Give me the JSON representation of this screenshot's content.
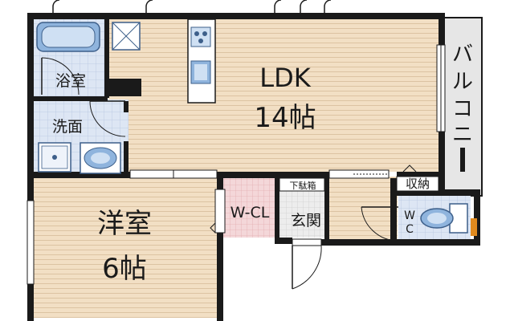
{
  "rooms": {
    "ldk": {
      "name": "LDK",
      "size": "14帖"
    },
    "western": {
      "name": "洋室",
      "size": "6帖"
    },
    "bath": {
      "name": "浴室"
    },
    "washroom": {
      "name": "洗面"
    },
    "wcl": {
      "name": "W-CL"
    },
    "entrance": {
      "name": "玄関"
    },
    "shoe_box": {
      "name": "下駄箱"
    },
    "storage": {
      "name": "収納"
    },
    "wc": {
      "name": "WC",
      "line1": "W",
      "line2": "C"
    },
    "balcony": {
      "name": "バルコニー",
      "chars": [
        "バ",
        "ル",
        "コ",
        "ニ",
        "ー"
      ]
    }
  },
  "colors": {
    "wall": "#1a1a1a",
    "floor_wood": "#f2dfc4",
    "floor_line": "#dcc3a2",
    "tile": "#dde6f4",
    "tile_line": "#b7c6df",
    "wcl_fill": "#f4d7d9",
    "wcl_line": "#e3aeb2",
    "balcony_fill": "#e6e6e6",
    "fixture_blue": "#8fb4dd",
    "fixture_blue_light": "#cfe0f3",
    "accent_orange": "#e08a1e"
  }
}
